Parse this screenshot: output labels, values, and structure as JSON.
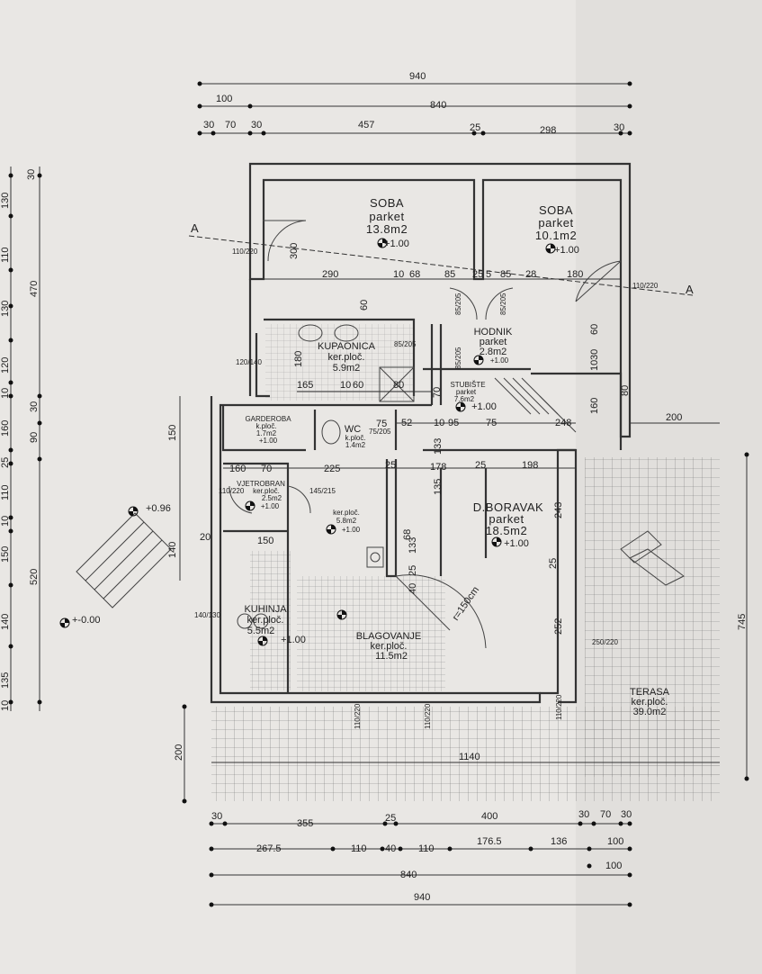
{
  "section_marker": "A",
  "rooms": {
    "soba1": {
      "name": "SOBA",
      "floor": "parket",
      "area": "13.8m2",
      "level": "+1.00"
    },
    "soba2": {
      "name": "SOBA",
      "floor": "parket",
      "area": "10.1m2",
      "level": "+1.00"
    },
    "kupaonica": {
      "name": "KUPAONICA",
      "floor": "ker.ploč.",
      "area": "5.9m2"
    },
    "hodnik": {
      "name": "HODNIK",
      "floor": "parket",
      "area": "2.8m2",
      "level": "+1.00"
    },
    "stubiste": {
      "name": "STUBIŠTE",
      "floor": "parket",
      "area": "7.6m2",
      "level": "+1.00"
    },
    "garderoba": {
      "name": "GARDEROBA",
      "floor": "k.ploč.",
      "area": "1.7m2",
      "level": "+1.00"
    },
    "wc": {
      "name": "WC",
      "floor": "k.ploč.",
      "area": "1.4m2"
    },
    "vjetrobran": {
      "name": "VJETROBRAN",
      "floor": "ker.ploč.",
      "area": "2.5m2",
      "level": "+1.00"
    },
    "hall": {
      "floor": "ker.ploč.",
      "area": "5.8m2",
      "level": "+1.00"
    },
    "boravak": {
      "name": "D.BORAVAK",
      "floor": "parket",
      "area": "18.5m2",
      "level": "+1.00"
    },
    "kuhinja": {
      "name": "KUHINJA",
      "floor": "ker.ploč.",
      "area": "5.5m2",
      "level": "+1.00"
    },
    "blagovanje": {
      "name": "BLAGOVANJE",
      "floor": "ker.ploč.",
      "area": "11.5m2"
    },
    "terasa": {
      "name": "TERASA",
      "floor": "ker.ploč.",
      "area": "39.0m2"
    }
  },
  "levels": {
    "entry": "+0.96",
    "ground": "+-0.00"
  },
  "door_radius": "r=150cm",
  "top_dims": {
    "row1": [
      "940"
    ],
    "row2": [
      "100",
      "840"
    ],
    "row3": [
      "30",
      "70",
      "30",
      "457",
      "25",
      "298",
      "30"
    ]
  },
  "bottom_dims": {
    "row1": [
      "30",
      "355",
      "25",
      "400",
      "30",
      "70",
      "30"
    ],
    "row2": [
      "267.5",
      "110",
      "40",
      "110",
      "176.5",
      "136",
      "100"
    ],
    "row3": [
      "840",
      "100"
    ],
    "row4": [
      "940"
    ]
  },
  "left_dims": {
    "outer": [
      "30",
      "130",
      "110",
      "130",
      "120",
      "10",
      "160",
      "25",
      "110",
      "10",
      "150",
      "140",
      "135",
      "10"
    ],
    "inner": [
      "470",
      "30",
      "90",
      "520"
    ]
  },
  "interior_dims": {
    "d290": "290",
    "d10a": "10",
    "d68a": "68",
    "d85a": "85",
    "d25a": "25",
    "d5": "5",
    "d85b": "85",
    "d28": "28",
    "d180": "180",
    "d300": "300",
    "d60a": "60",
    "d180b": "180",
    "d165": "165",
    "d10b": "10",
    "d60b": "60",
    "d80a": "80",
    "d70a": "70",
    "d52": "52",
    "d10c": "10",
    "d95": "95",
    "d75a": "75",
    "d248": "248",
    "d200": "200",
    "d75b": "75",
    "d160": "160",
    "d70b": "70",
    "d225": "225",
    "d25b": "25",
    "d178": "178",
    "d25c": "25",
    "d198": "198",
    "d150a": "150",
    "d150b": "150",
    "d140": "140",
    "d20": "20",
    "d135": "135",
    "d133a": "133",
    "d133b": "133",
    "d68b": "68",
    "d243": "243",
    "d252": "252",
    "d25d": "25",
    "d40": "40",
    "d25e": "25",
    "d60c": "60",
    "d30": "30",
    "d10d": "10",
    "d80b": "80",
    "d160b": "160",
    "d745": "745",
    "d200b": "200",
    "d1140": "1140"
  },
  "openings": {
    "w1": "110/220",
    "w2": "110/220",
    "w3": "120/140",
    "w4": "110/220",
    "w5": "140/130",
    "w6": "110/220",
    "w7": "110/220",
    "w8": "110/220",
    "w9": "250/220",
    "w10": "145/215",
    "d1": "85/205",
    "d2": "85/205",
    "d3": "85/205",
    "d4": "75/205",
    "d5": "85/205"
  }
}
